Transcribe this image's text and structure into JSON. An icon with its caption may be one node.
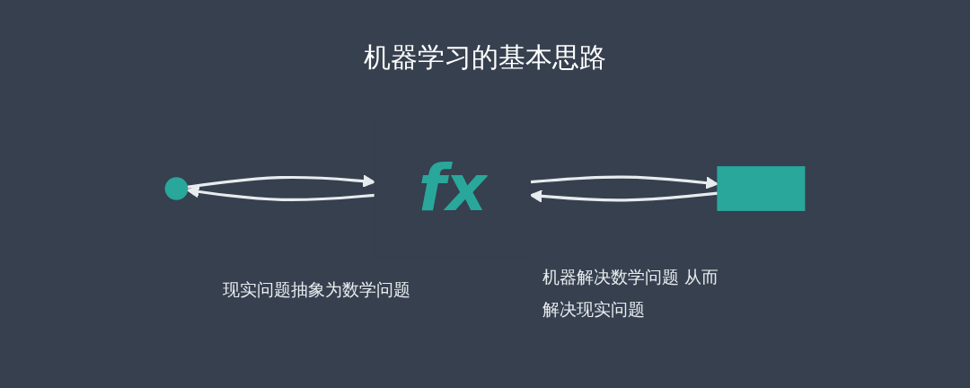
{
  "diagram": {
    "title": "机器学习的基本思路",
    "nodes": [
      {
        "text": [],
        "shape": "person"
      },
      {
        "text": [
          "fx"
        ]
      },
      {
        "text": [],
        "shape": "monitor"
      }
    ],
    "edges": [
      {
        "from": 1,
        "to": 0,
        "arrow": "to"
      },
      {
        "from": 0,
        "to": 1,
        "arrow": "to"
      },
      {
        "from": 2,
        "to": 1,
        "arrow": "to"
      },
      {
        "from": 1,
        "to": 2,
        "arrow": "to"
      }
    ],
    "labels": [
      "现实问题抽象为数学问题",
      "机器解决数学问题 从而解决现实问题"
    ]
  }
}
